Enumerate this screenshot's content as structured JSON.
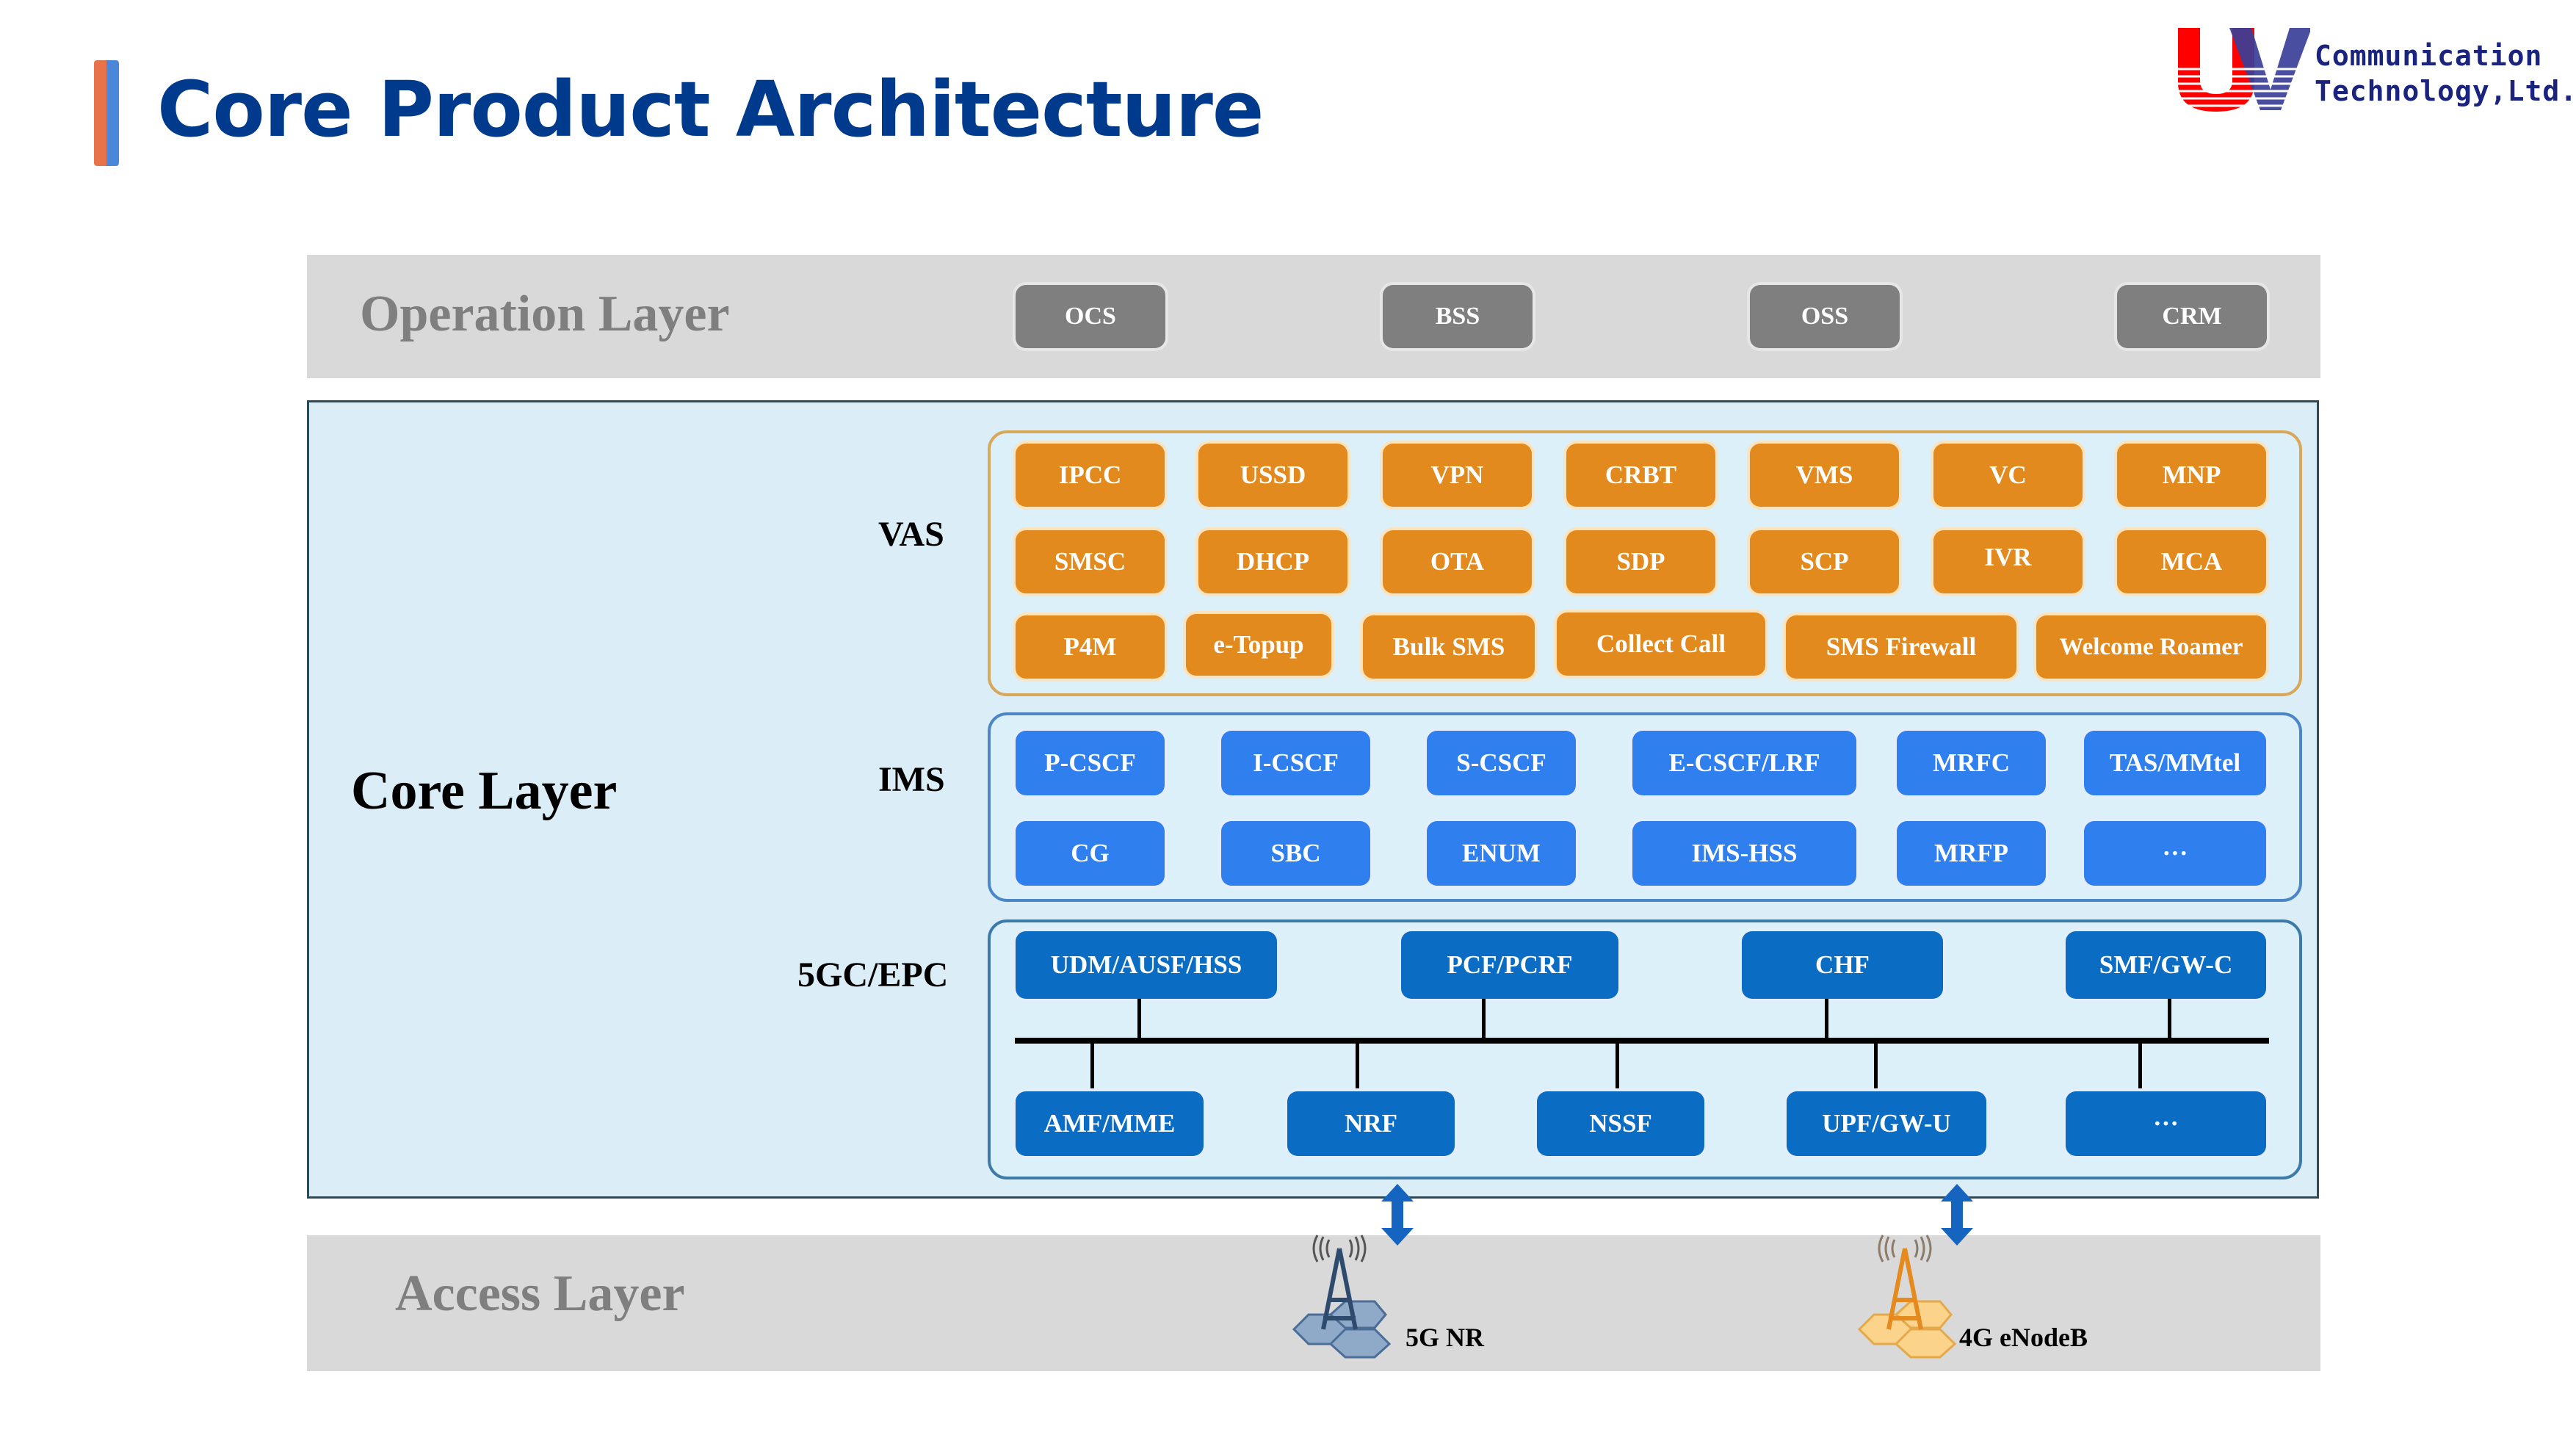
{
  "header": {
    "title": "Core Product Architecture",
    "accent_colors": [
      "#E8734A",
      "#4A86D9"
    ],
    "title_color": "#003A8C"
  },
  "logo": {
    "mark": "UV",
    "line1": "Communication",
    "line2": "Technology,Ltd.",
    "colors": {
      "u": "#FF0000",
      "v": "#3A3F98",
      "text": "#1A237E"
    }
  },
  "operation_layer": {
    "label": "Operation Layer",
    "items": [
      "OCS",
      "BSS",
      "OSS",
      "CRM"
    ]
  },
  "core_layer": {
    "label": "Core Layer",
    "vas": {
      "label": "VAS",
      "rows": [
        [
          "IPCC",
          "USSD",
          "VPN",
          "CRBT",
          "VMS",
          "VC",
          "MNP"
        ],
        [
          "SMSC",
          "DHCP",
          "OTA",
          "SDP",
          "SCP",
          "IVR",
          "MCA"
        ],
        [
          "P4M",
          "e-Topup",
          "Bulk SMS",
          "Collect Call",
          "SMS Firewall",
          "Welcome Roamer"
        ]
      ]
    },
    "ims": {
      "label": "IMS",
      "rows": [
        [
          "P-CSCF",
          "I-CSCF",
          "S-CSCF",
          "E-CSCF/LRF",
          "MRFC",
          "TAS/MMtel"
        ],
        [
          "CG",
          "SBC",
          "ENUM",
          "IMS-HSS",
          "MRFP",
          "···"
        ]
      ]
    },
    "epc": {
      "label": "5GC/EPC",
      "top": [
        "UDM/AUSF/HSS",
        "PCF/PCRF",
        "CHF",
        "SMF/GW-C"
      ],
      "bottom": [
        "AMF/MME",
        "NRF",
        "NSSF",
        "UPF/GW-U",
        "···"
      ]
    }
  },
  "access_layer": {
    "label": "Access Layer",
    "stations": [
      {
        "label": "5G NR",
        "icon": "radio-tower-icon",
        "color": "#3E5E85"
      },
      {
        "label": "4G eNodeB",
        "icon": "radio-tower-icon",
        "color": "#E59A2A"
      }
    ]
  },
  "colors": {
    "operation_box": "#7F7F7F",
    "vas_box": "#E28A1E",
    "ims_box": "#2F7FEF",
    "epc_box": "#0A6CC2",
    "core_bg": "#DBEEF8",
    "band_bg": "#D9D9D9"
  }
}
